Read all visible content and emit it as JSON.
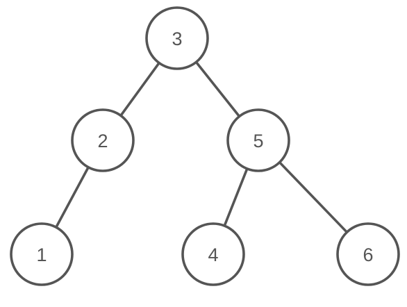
{
  "tree": {
    "nodes": [
      {
        "id": "n3",
        "label": "3"
      },
      {
        "id": "n2",
        "label": "2"
      },
      {
        "id": "n5",
        "label": "5"
      },
      {
        "id": "n1",
        "label": "1"
      },
      {
        "id": "n4",
        "label": "4"
      },
      {
        "id": "n6",
        "label": "6"
      }
    ],
    "edges": [
      {
        "from": "n3",
        "to": "n2"
      },
      {
        "from": "n3",
        "to": "n5"
      },
      {
        "from": "n2",
        "to": "n1"
      },
      {
        "from": "n5",
        "to": "n4"
      },
      {
        "from": "n5",
        "to": "n6"
      }
    ]
  },
  "colors": {
    "stroke": "#555555",
    "text": "#555555",
    "fill": "#ffffff",
    "background": "#ffffff"
  }
}
